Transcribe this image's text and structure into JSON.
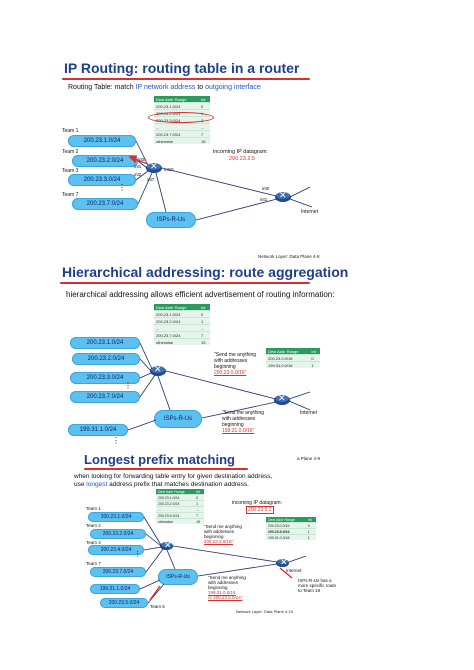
{
  "slide1": {
    "title": "IP Routing: routing table in a router",
    "subtitle_prefix": "Routing Table: match ",
    "subtitle_ip": "IP network address",
    "subtitle_to": " to ",
    "subtitle_out": "outgoing interface",
    "table": {
      "headers": [
        "Dest Addr Range",
        "Int"
      ],
      "rows": [
        [
          "200.23.1.0/24",
          "0"
        ],
        [
          "200.23.2.0/24",
          "1"
        ],
        [
          "200.23.3.0/24",
          "2"
        ],
        [
          "...",
          "..."
        ],
        [
          "200.23.7.0/24",
          "7"
        ],
        [
          "otherwise",
          "15"
        ]
      ]
    },
    "teams": [
      {
        "name": "Team 1",
        "addr": "200.23.1.0/24"
      },
      {
        "name": "Team 2",
        "addr": "200.23.2.0/24"
      },
      {
        "name": "Team 3",
        "addr": "200.23.3.0/24"
      },
      {
        "name": "Team 7",
        "addr": "200.23.7.0/24"
      }
    ],
    "incoming_label": "incoming IP datagram:",
    "incoming_addr": "200.23.2.5",
    "isp": "ISPs-R-Us",
    "internet": "Internet",
    "ints": [
      "int0",
      "int1",
      "int2",
      "int7",
      "int15",
      "int0",
      "int1"
    ],
    "footer": "Network Layer: Data Plane  4-8"
  },
  "slide2": {
    "title": "Hierarchical addressing: route aggregation",
    "body": "hierarchical addressing allows efficient advertisement of routing information:",
    "table": {
      "headers": [
        "Dest Addr Range",
        "Int"
      ],
      "rows": [
        [
          "200.23.1.0/24",
          "0"
        ],
        [
          "200.23.2.0/24",
          "1"
        ],
        [
          "...",
          "..."
        ],
        [
          "200.23.7.0/24",
          "7"
        ],
        [
          "otherwise",
          "15"
        ]
      ]
    },
    "table2": {
      "headers": [
        "Dest Addr Range",
        "Int"
      ],
      "rows": [
        [
          "200.23.0.0/16",
          "0"
        ],
        [
          "199.31.0.0/16",
          "1"
        ]
      ]
    },
    "addrs": [
      "200.23.1.0/24",
      "200.23.2.0/24",
      "200.23.3.0/24",
      "200.23.7.0/24",
      "199.31.1.0/24"
    ],
    "send1": [
      "\"Send me anything",
      "with addresses",
      "beginning",
      "200.23.0.0/16\""
    ],
    "send2": [
      "\"Send me anything",
      "with addresses",
      "beginning",
      "199.31.0.0/16\""
    ],
    "isp": "ISPs-R-Us",
    "internet": "Internet",
    "footer": "a Plane  4-9"
  },
  "slide3": {
    "title": "Longest prefix matching",
    "body1": "when looking for forwarding table entry for given destination address,",
    "body2_pre": "use ",
    "body2_hl": "longest",
    "body2_post": " address prefix that matches destination address.",
    "incoming_label": "incoming IP datagram:",
    "incoming_addr": "200.23.5.2",
    "table": {
      "headers": [
        "Dest Addr Range",
        "Int"
      ],
      "rows": [
        [
          "200.23.1.0/24",
          "0"
        ],
        [
          "200.23.2.0/24",
          "1"
        ],
        [
          "...",
          "..."
        ],
        [
          "200.23.5.0/24",
          "7"
        ],
        [
          "otherwise",
          "15"
        ]
      ]
    },
    "table2": {
      "headers": [
        "Dest Addr Range",
        "Int"
      ],
      "rows": [
        [
          "200.23.0.0/16",
          "0"
        ],
        [
          "200.23.5.0/24",
          "1"
        ],
        [
          "199.31.0.0/16",
          "1"
        ]
      ]
    },
    "teams": [
      {
        "name": "Team 1",
        "addr": "200.23.1.0/24"
      },
      {
        "name": "Team 2",
        "addr": "200.23.2.0/24"
      },
      {
        "name": "Team 3",
        "addr": "200.23.4.0/24"
      },
      {
        "name": "Team 7",
        "addr": "200.23.7.0/24"
      },
      {
        "name": "Team 5",
        "addr": "200.23.5.0/24"
      }
    ],
    "extra_addr": "199.31.1.0/24",
    "send1": [
      "\"Send me anything",
      "with addresses",
      "beginning",
      "200.23.0.0/16\""
    ],
    "send2": [
      "\"Send me anything",
      "with addresses",
      "beginning",
      "199.31.0.0/16",
      "or 200.23.5.0/24\""
    ],
    "isp_note": [
      "ISPs-R-Us has a",
      "more specific route",
      "to Team 18"
    ],
    "isp": "ISPs-R-Us",
    "internet": "Internet",
    "footer": "Network Layer: Data Plane  4-10"
  }
}
